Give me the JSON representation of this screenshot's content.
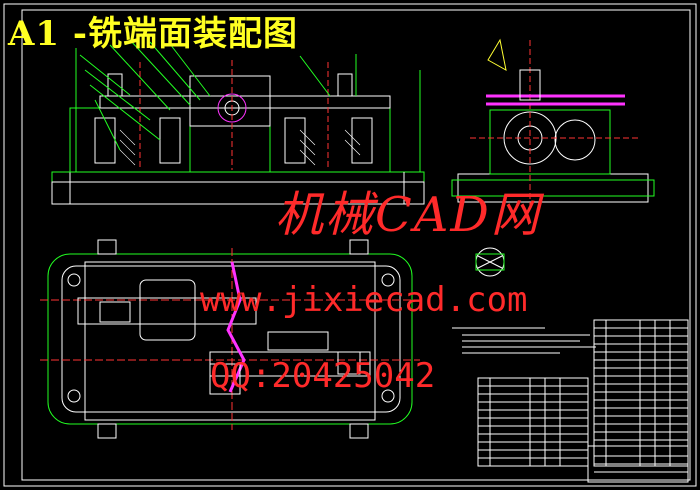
{
  "title": "A1 -铣端面装配图",
  "watermarks": {
    "site_cn": "机械CAD网",
    "url": "www.jixiecad.com",
    "qq": "QQ:20425042"
  },
  "colors": {
    "background": "#000000",
    "frame": "#ffffff",
    "outline": "#22ff22",
    "part": "#ffffff",
    "hatch": "#ffffff",
    "center": "#ff3333",
    "highlight": "#ff33ff",
    "fixture": "#ffff33",
    "watermark": "#ff2a2a",
    "title": "#ffff22"
  },
  "icons": {
    "front_view": "front-elevation-drawing",
    "side_view": "side-elevation-drawing",
    "top_view": "plan-view-drawing",
    "detail_view": "section-detail-drawing",
    "parts_list": "bill-of-materials-table"
  }
}
